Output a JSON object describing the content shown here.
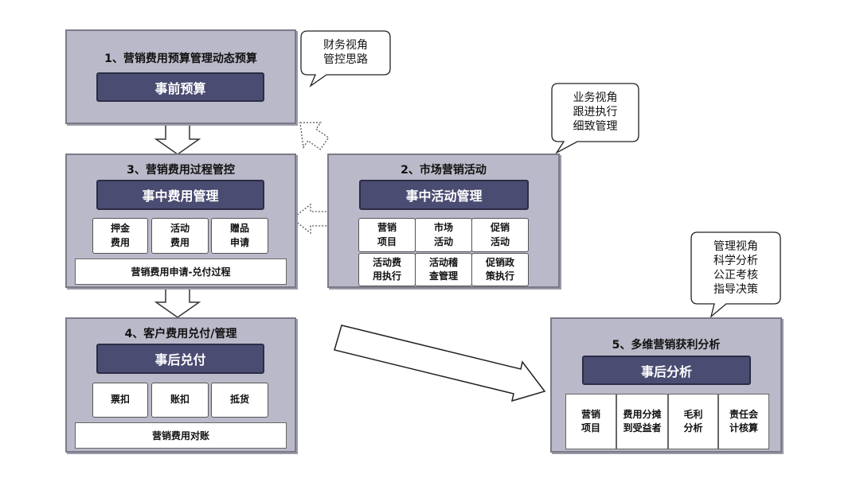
{
  "panels": {
    "p1": {
      "title": "1、营销费用预算管理动态预算",
      "bar": "事前预算"
    },
    "p2": {
      "title": "2、市场营销活动",
      "bar": "事中活动管理",
      "cells": [
        "营销\n项目",
        "市场\n活动",
        "促销\n活动",
        "活动费\n用执行",
        "活动稽\n查管理",
        "促销政\n策执行"
      ]
    },
    "p3": {
      "title": "3、营销费用过程管控",
      "bar": "事中费用管理",
      "cells": [
        "押金\n费用",
        "活动\n费用",
        "赠品\n申请"
      ],
      "strip": "营销费用申请-兑付过程"
    },
    "p4": {
      "title": "4、客户费用兑付/管理",
      "bar": "事后兑付",
      "cells": [
        "票扣",
        "账扣",
        "抵货"
      ],
      "strip": "营销费用对账"
    },
    "p5": {
      "title": "5、多维营销获利分析",
      "bar": "事后分析",
      "cells": [
        "营销\n项目",
        "费用分摊\n到受益者",
        "毛利\n分析",
        "责任会\n计核算"
      ]
    }
  },
  "bubbles": {
    "finance": "财务视角\n管控思路",
    "business": "业务视角\n跟进执行\n细致管理",
    "management": "管理视角\n科学分析\n公正考核\n指导决策"
  },
  "colors": {
    "panel_fill": "#b9b9c9",
    "bar_fill": "#4b4c72",
    "border": "#7b7b88"
  }
}
